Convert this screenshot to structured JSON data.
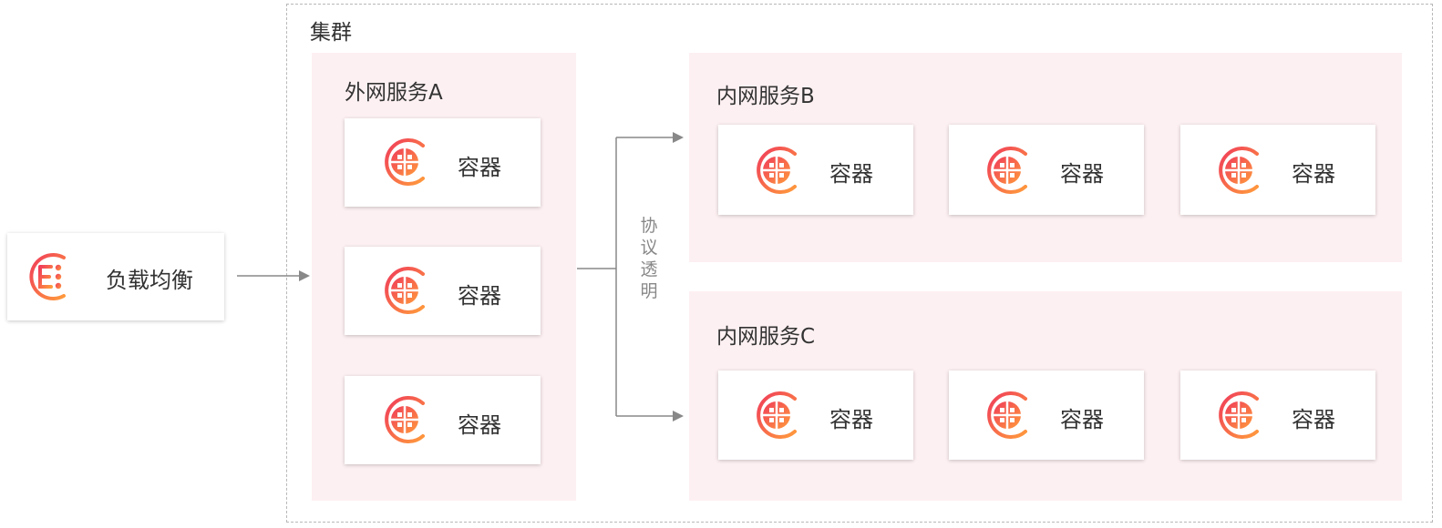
{
  "cluster": {
    "label": "集群"
  },
  "load_balancer": {
    "label": "负载均衡",
    "icon": "load-balancer-icon"
  },
  "service_a": {
    "title": "外网服务A",
    "containers": [
      {
        "label": "容器",
        "icon": "container-icon"
      },
      {
        "label": "容器",
        "icon": "container-icon"
      },
      {
        "label": "容器",
        "icon": "container-icon"
      }
    ]
  },
  "service_b": {
    "title": "内网服务B",
    "containers": [
      {
        "label": "容器",
        "icon": "container-icon"
      },
      {
        "label": "容器",
        "icon": "container-icon"
      },
      {
        "label": "容器",
        "icon": "container-icon"
      }
    ]
  },
  "service_c": {
    "title": "内网服务C",
    "containers": [
      {
        "label": "容器",
        "icon": "container-icon"
      },
      {
        "label": "容器",
        "icon": "container-icon"
      },
      {
        "label": "容器",
        "icon": "container-icon"
      }
    ]
  },
  "edge_label": "协议透明",
  "colors": {
    "icon_gradient_start": "#f03c5a",
    "icon_gradient_end": "#ff9a3c",
    "panel_bg": "#fdf0f2",
    "connector": "#888888"
  }
}
